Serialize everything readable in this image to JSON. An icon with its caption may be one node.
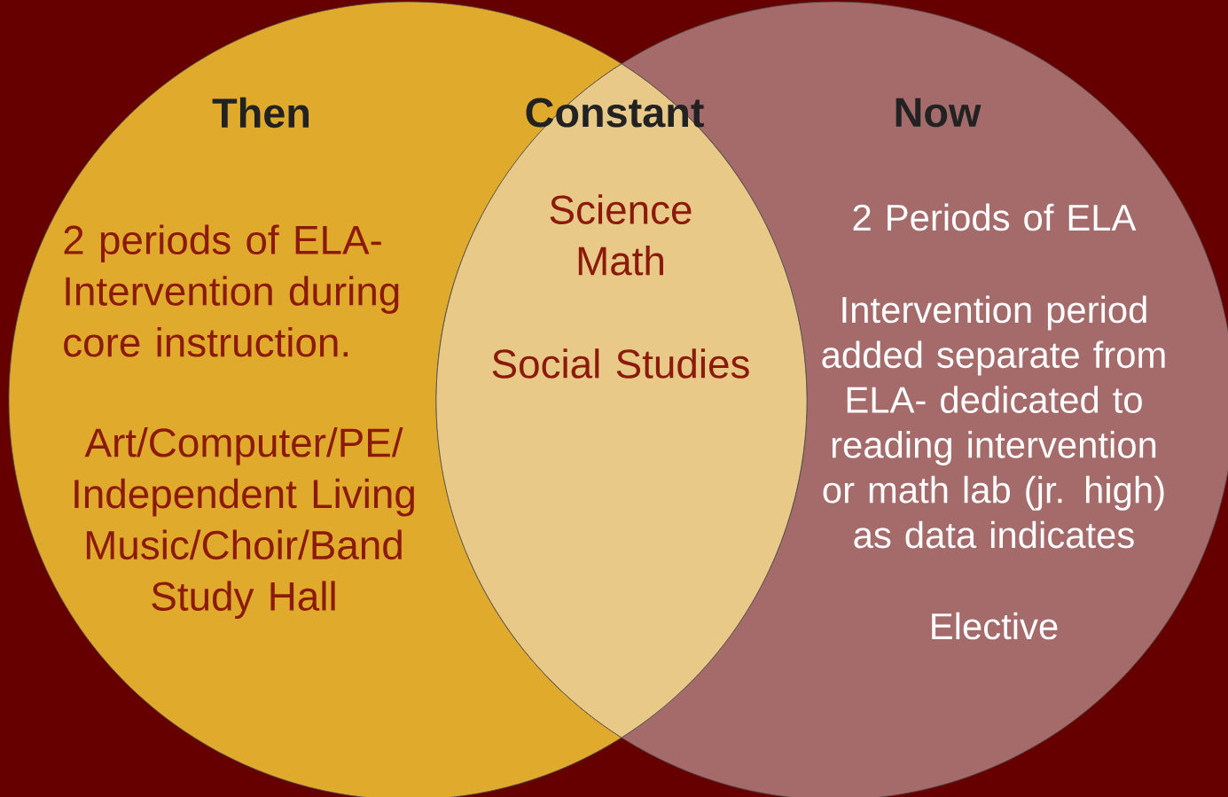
{
  "diagram": {
    "nodes": [
      {
        "text": [
          "Then",
          "2 periods of ELA- Intervention during core instruction.",
          "Art/Computer/PE/ Independent Living Music/Choir/Band Study Hall"
        ]
      },
      {
        "text": [
          "Now",
          "2 Periods of ELA",
          "Intervention period added separate from ELA- dedicated to reading intervention or math lab (jr. high) as data indicates",
          "Elective"
        ]
      },
      {
        "text": [
          "Constant",
          "Science Math",
          "Social Studies"
        ]
      }
    ]
  }
}
